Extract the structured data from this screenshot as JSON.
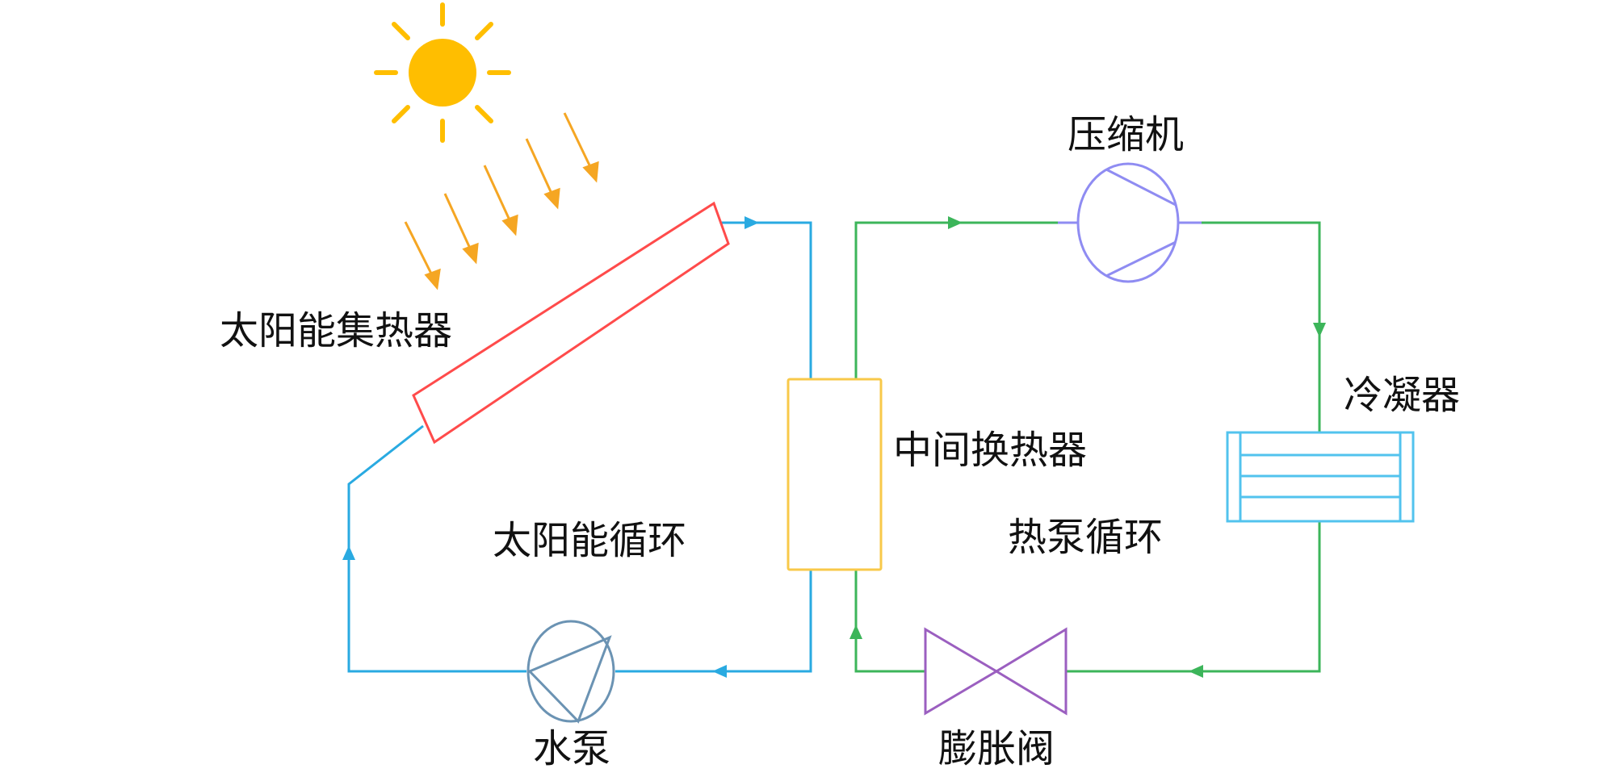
{
  "labels": {
    "solar_collector": "太阳能集热器",
    "compressor": "压缩机",
    "condenser": "冷凝器",
    "intermediate_hx": "中间换热器",
    "solar_cycle": "太阳能循环",
    "heat_pump_cycle": "热泵循环",
    "water_pump": "水泵",
    "expansion_valve": "膨胀阀"
  },
  "colors": {
    "solar_loop": "#29aae1",
    "heat_pump_loop": "#3cb55a",
    "sun": "#ffbe00",
    "sun_rays": "#f5a623",
    "collector": "#ff4b4b",
    "intermediate_hx": "#f8c94a",
    "compressor": "#8f8cf2",
    "condenser": "#52c3ee",
    "water_pump": "#6b93b3",
    "expansion_valve": "#9b5fc0"
  },
  "icons": {
    "sun": "sun-icon",
    "water_pump": "pump-icon",
    "compressor": "compressor-icon",
    "expansion_valve": "valve-icon"
  }
}
